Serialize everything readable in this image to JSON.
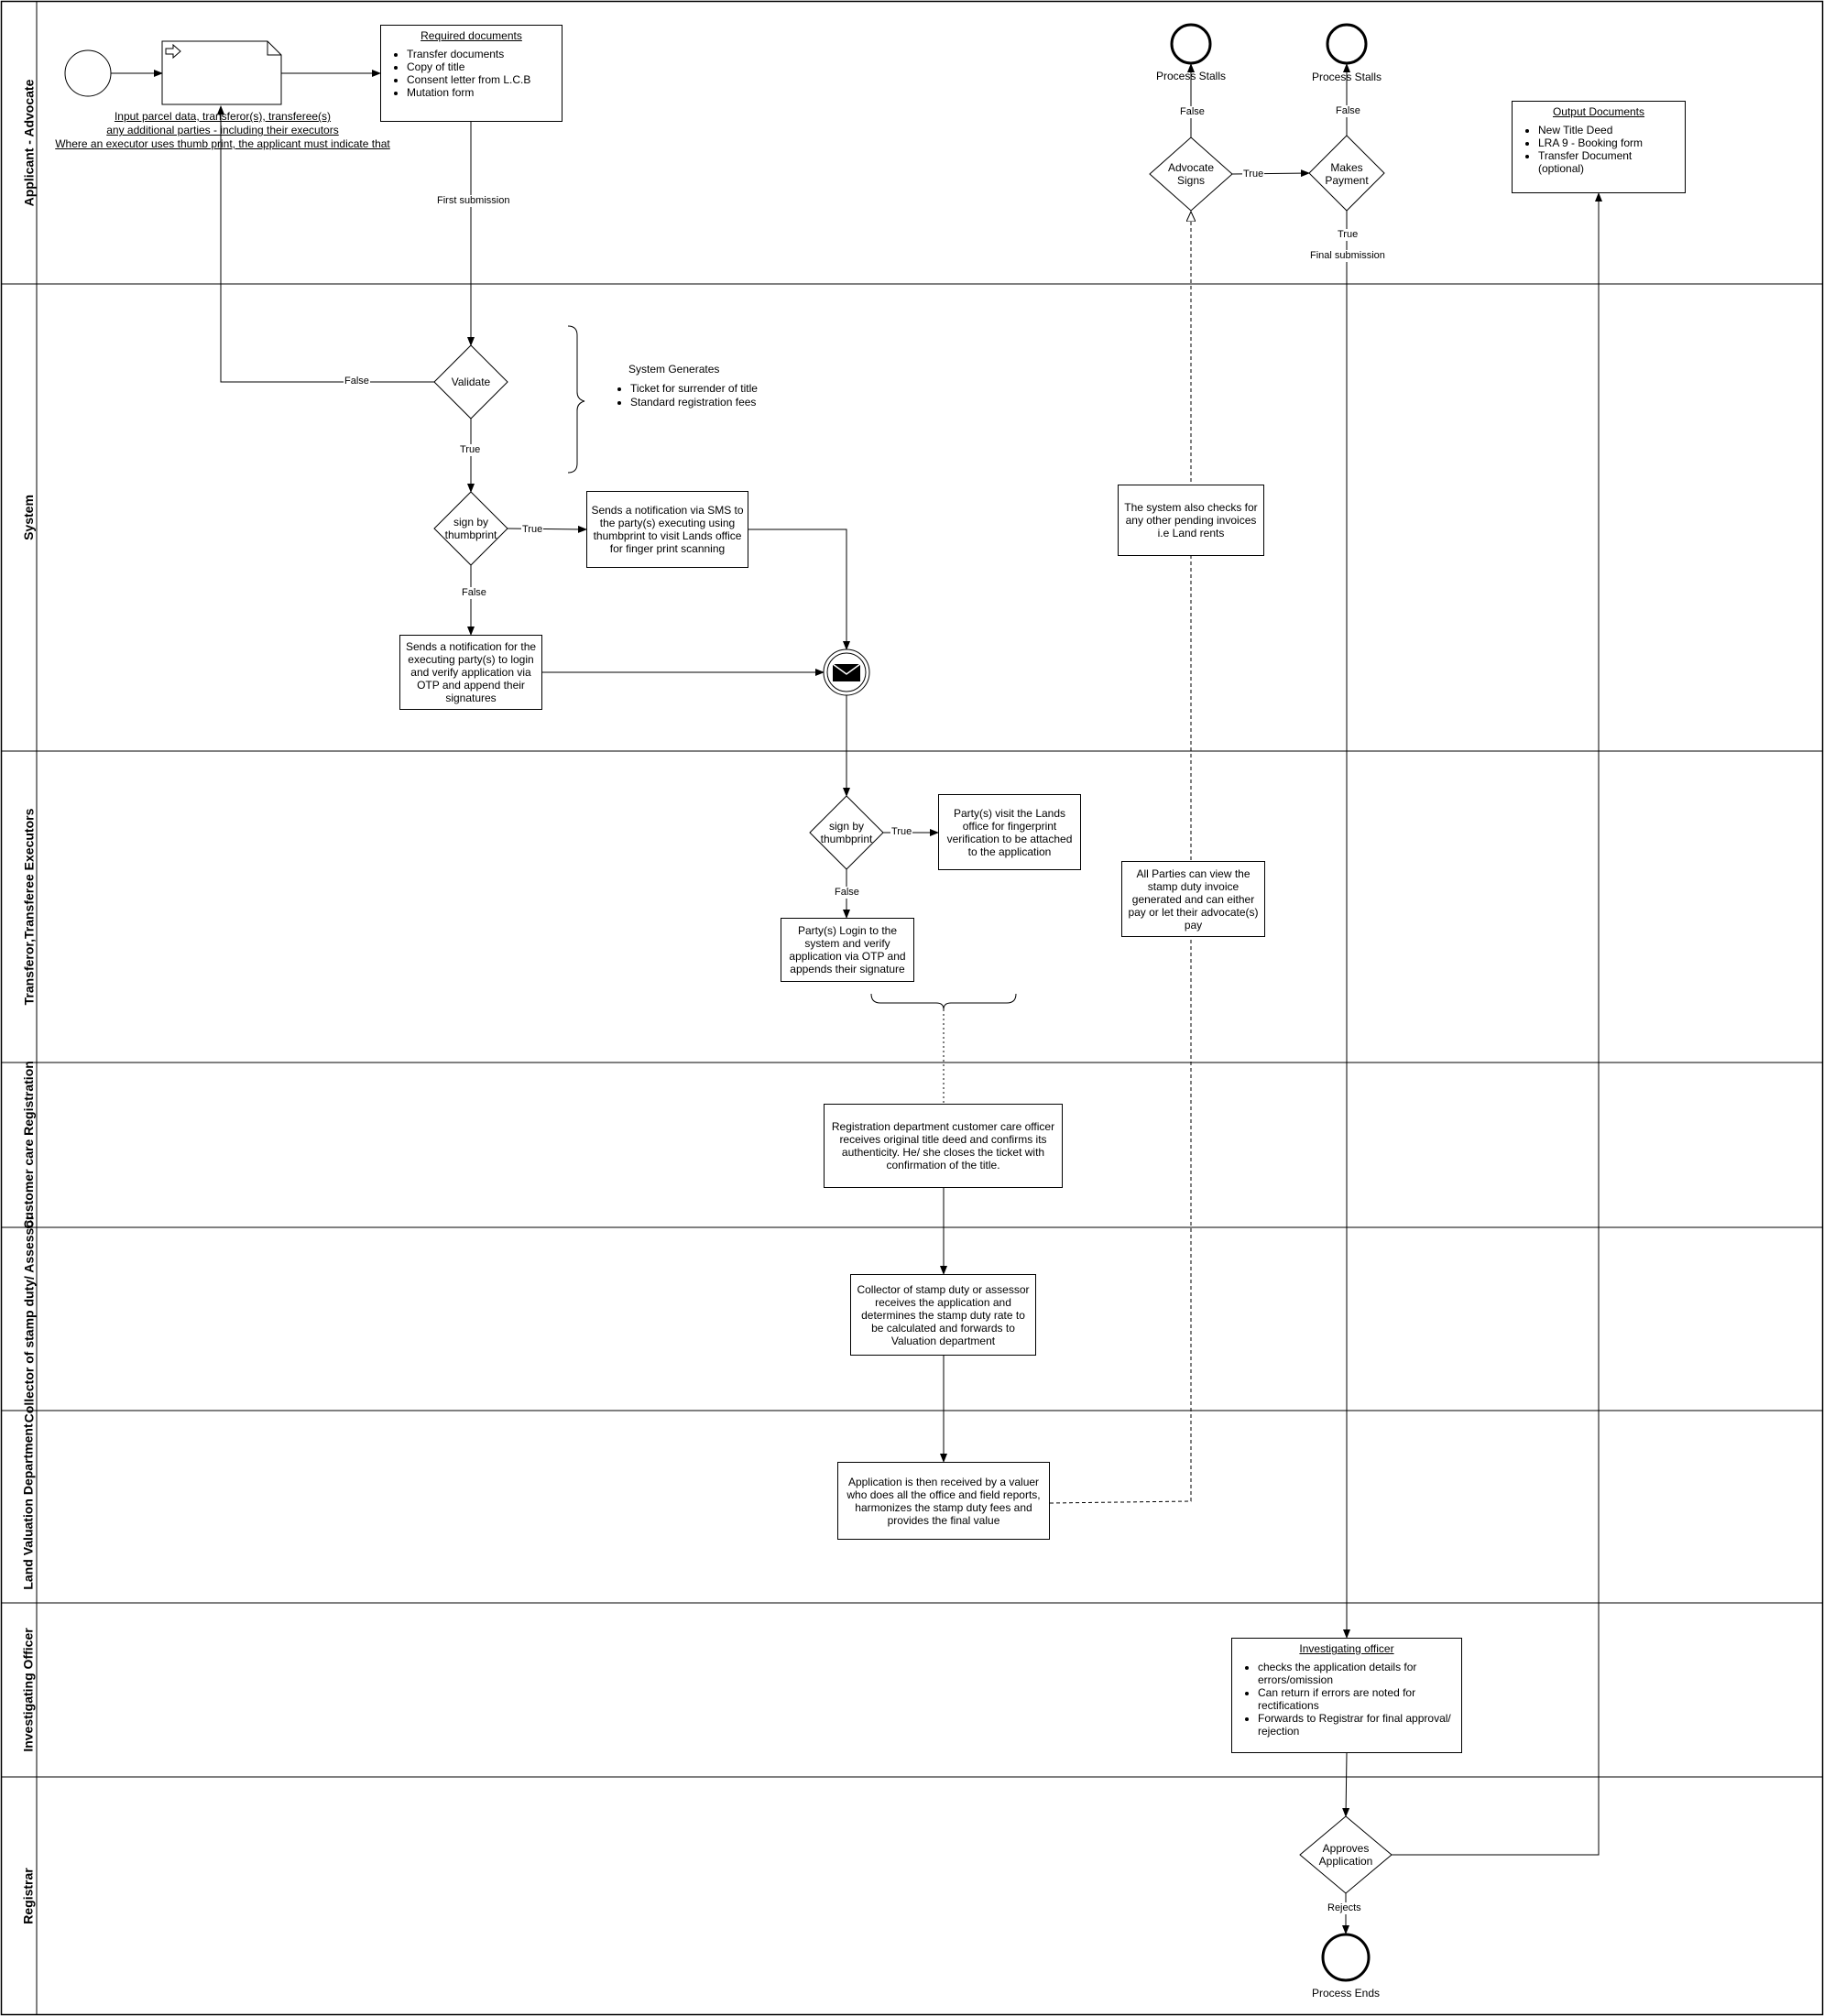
{
  "lanes": [
    "Applicant - Advocate",
    "System",
    "Transferor,Transferee Executors",
    "Customer care Registration",
    "Collector of stamp duty/ Assessor",
    "Land Valuation Department",
    "Investigating Officer",
    "Registrar"
  ],
  "applicant": {
    "input_note_lines": [
      "Input parcel data, transferor(s), transferee(s)",
      "any additional parties - including their executors",
      "Where an executor uses thumb print, the applicant must indicate that"
    ],
    "required_docs": {
      "title": "Required documents",
      "items": [
        "Transfer documents",
        "Copy of title",
        "Consent letter from L.C.B",
        "Mutation form"
      ]
    },
    "first_submission": "First submission",
    "advocate_signs": "Advocate Signs",
    "makes_payment": "Makes Payment",
    "process_stalls_1": "Process Stalls",
    "process_stalls_2": "Process Stalls",
    "output_docs": {
      "title": "Output Documents",
      "items": [
        "New Title Deed",
        "LRA 9 - Booking form",
        "Transfer Document (optional)"
      ]
    },
    "final_submission": "Final submission"
  },
  "system": {
    "validate": "Validate",
    "generates": {
      "title": "System Generates",
      "items": [
        "Ticket for surrender of title",
        "Standard registration fees"
      ]
    },
    "sign_thumbprint": "sign by thumbprint",
    "sms_notification": "Sends a notification via SMS to the party(s) executing using thumbprint to visit Lands office for finger print scanning",
    "login_notification": "Sends a notification for the executing party(s) to login and verify application via OTP and append their signatures",
    "pending_invoices": "The system also checks for any other pending invoices i.e Land rents"
  },
  "parties": {
    "sign_thumbprint": "sign by thumbprint",
    "visit_office": "Party(s) visit the Lands office for fingerprint verification to be attached to the application",
    "login_verify": "Party(s) Login to the system and verify application via OTP and appends their signature",
    "view_invoice": "All Parties can view the stamp duty invoice generated and can either pay or let their advocate(s) pay"
  },
  "customer_care": {
    "text": "Registration department customer care officer receives original title deed and confirms its authenticity. He/ she closes the ticket with confirmation of the title."
  },
  "collector": {
    "text": "Collector of stamp duty or assessor receives the application and determines the stamp duty rate to be calculated and forwards to Valuation department"
  },
  "valuation": {
    "text": "Application is then received by a valuer who does all the office and field reports, harmonizes the stamp duty fees and provides the final value"
  },
  "investigating": {
    "title": "Investigating officer",
    "items": [
      "checks the application details for errors/omission",
      "Can return if errors are noted for rectifications",
      "Forwards to Registrar for final approval/ rejection"
    ]
  },
  "registrar": {
    "approves": "Approves Application",
    "rejects": "Rejects",
    "process_ends": "Process Ends"
  },
  "labels": {
    "true": "True",
    "false": "False"
  }
}
